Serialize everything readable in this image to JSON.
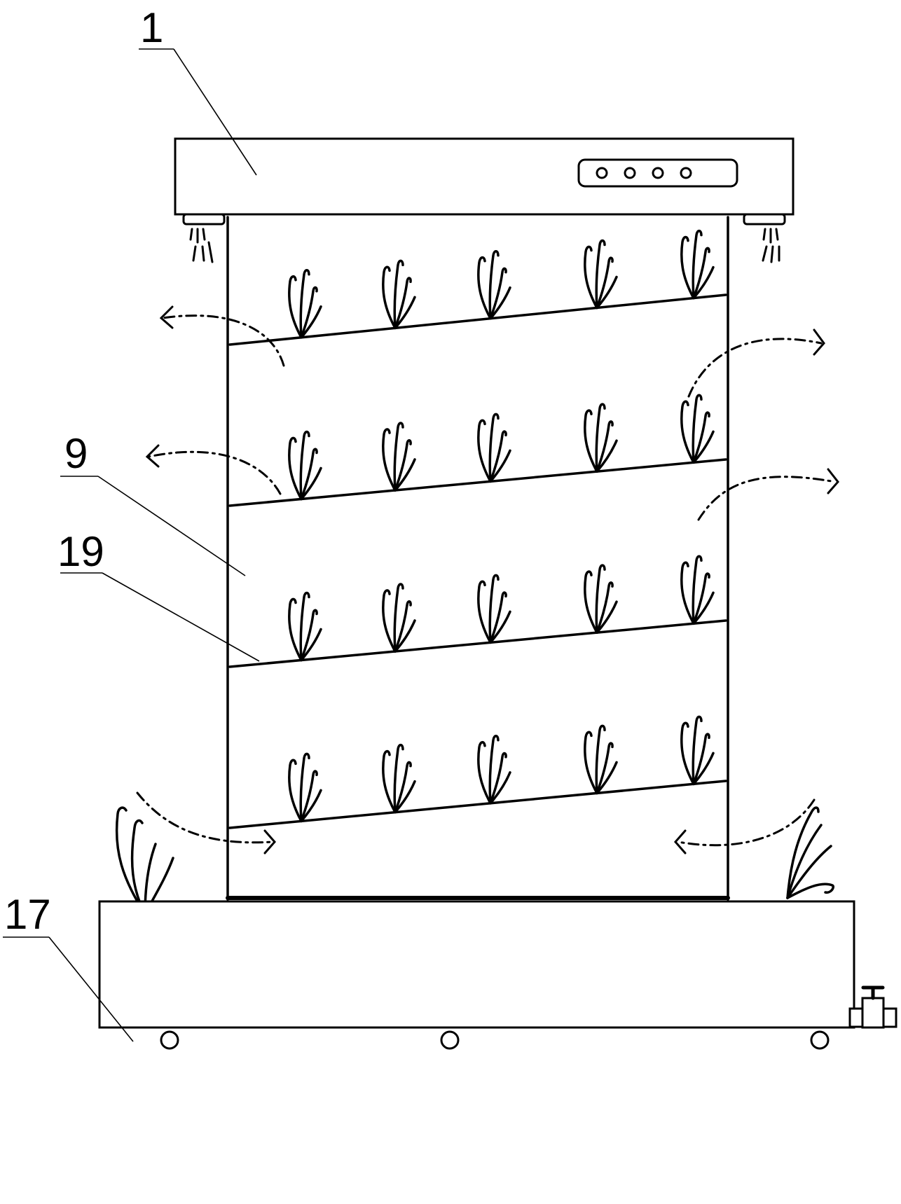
{
  "callouts": [
    {
      "id": "top-unit",
      "text": "1"
    },
    {
      "id": "frame",
      "text": "9"
    },
    {
      "id": "tray",
      "text": "19"
    },
    {
      "id": "base-tank",
      "text": "17"
    }
  ],
  "control_panel": {
    "button_count": 4
  },
  "shelves": {
    "count": 4,
    "plants_per_shelf": 5
  },
  "casters": {
    "count": 3
  }
}
